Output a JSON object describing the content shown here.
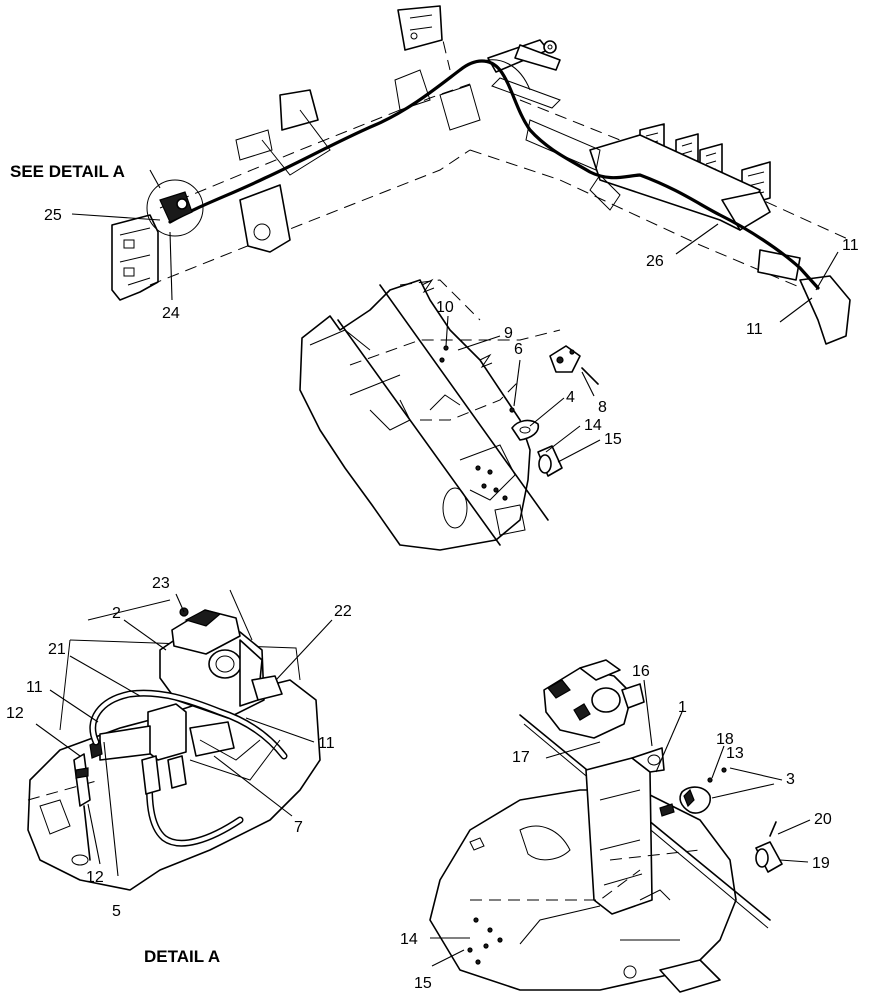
{
  "labels": {
    "see_detail": "SEE DETAIL  A",
    "detail_title": "DETAIL  A"
  },
  "callouts": {
    "c1": "1",
    "c2": "2",
    "c3": "3",
    "c4": "4",
    "c5": "5",
    "c6": "6",
    "c7": "7",
    "c8": "8",
    "c9": "9",
    "c10": "10",
    "c11": "11",
    "c12": "12",
    "c13": "13",
    "c14": "14",
    "c15": "15",
    "c16": "16",
    "c17": "17",
    "c18": "18",
    "c19": "19",
    "c20": "20",
    "c21": "21",
    "c22": "22",
    "c23": "23",
    "c24": "24",
    "c25": "25",
    "c26": "26"
  }
}
